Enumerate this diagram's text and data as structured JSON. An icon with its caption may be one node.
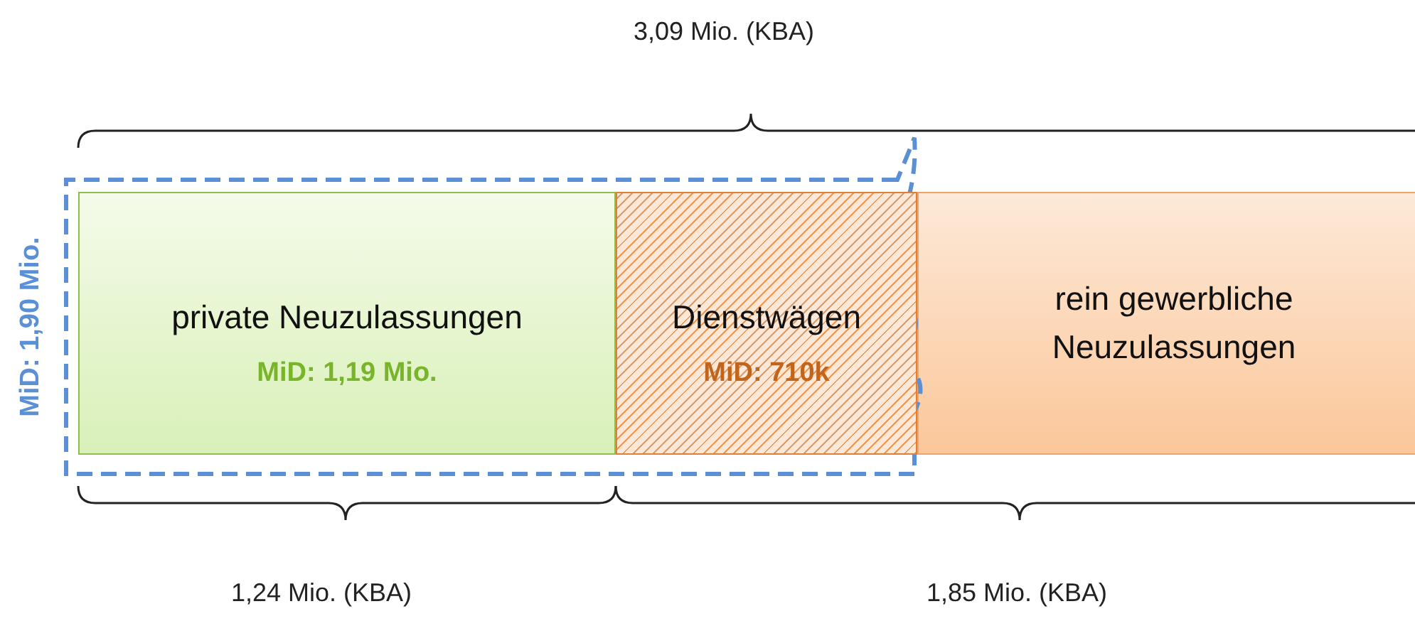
{
  "diagram": {
    "nodes": [
      {
        "text": [
          "MiD: 1,90 Mio."
        ]
      },
      {
        "text": [
          "private Neuzulassungen",
          "MiD: 1,19 Mio."
        ],
        "in": 0
      },
      {
        "text": [
          "Dienstwägen",
          "MiD: 710k"
        ],
        "in": 0
      },
      {
        "text": [
          "rein gewerbliche Neuzulassungen"
        ]
      }
    ],
    "labels": [
      "3,09 Mio. (KBA)",
      "1,24 Mio. (KBA)",
      "1,85 Mio. (KBA)"
    ]
  }
}
